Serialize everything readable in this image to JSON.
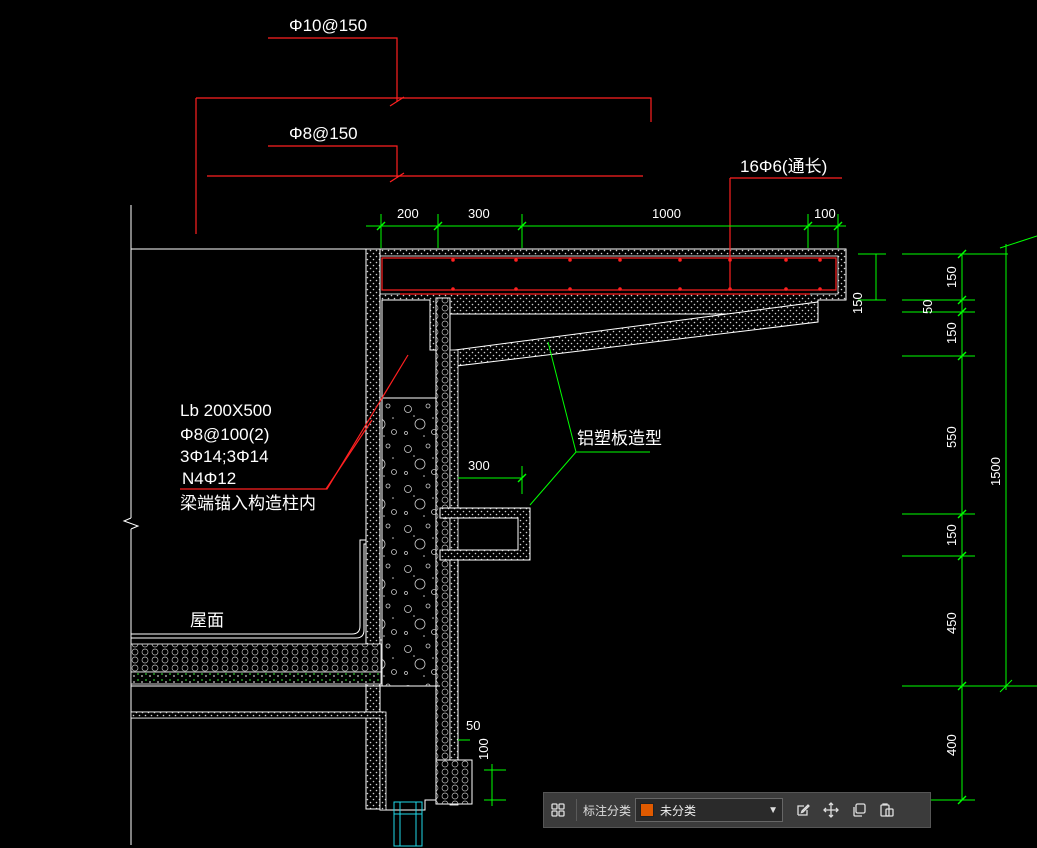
{
  "labels": {
    "rebar_top": "Φ10@150",
    "rebar_mid": "Φ8@150",
    "rebar_long": "16Φ6(通长)",
    "beam_line1": "Lb 200X500",
    "beam_line2": "Φ8@100(2)",
    "beam_line3": "3Φ14;3Φ14",
    "beam_line4": "N4Φ12",
    "beam_line5": "梁端锚入构造柱内",
    "cladding": "铝塑板造型",
    "roof": "屋面"
  },
  "dims_top": [
    "200",
    "300",
    "1000",
    "100"
  ],
  "dims_right": [
    "150",
    "50",
    "150",
    "550",
    "150",
    "450",
    "400"
  ],
  "dim_total": "1500",
  "dim_150_side": "150",
  "dim_300_mid": "300",
  "dim_50_bottom": "50",
  "dim_100_bottom": "100",
  "colors": {
    "background": "#000000",
    "concrete": "#ffffff",
    "rebar": "#ff2020",
    "dimension": "#00ff00",
    "toolbar": "#3b3b3b",
    "category_swatch": "#e05a00"
  },
  "toolbar": {
    "category_label": "标注分类",
    "category_value": "未分类",
    "icons": [
      "apps-icon",
      "edit-icon",
      "move-icon",
      "copy-icon",
      "paste-icon"
    ]
  }
}
